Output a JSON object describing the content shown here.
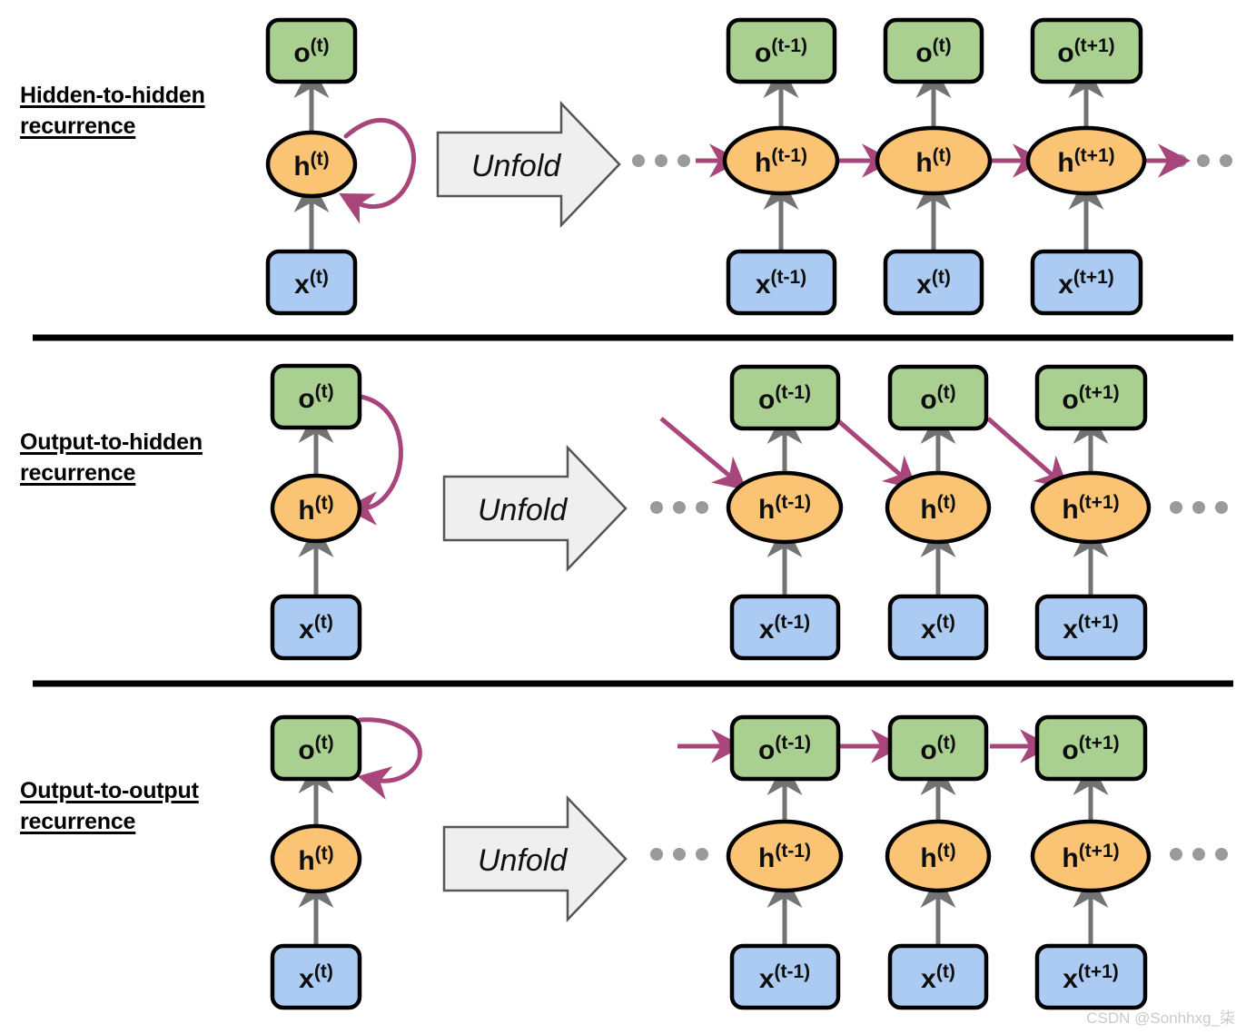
{
  "figure": {
    "title": "Recurrent neural network recurrence patterns",
    "watermark": "CSDN @Sonhhxg_柒",
    "unfold_label": "Unfold",
    "ellipsis": "•••"
  },
  "colors": {
    "output_fill": "#a9cf91",
    "hidden_fill": "#fac474",
    "input_fill": "#abcbf2",
    "node_stroke": "#000000",
    "gray_arrow": "#737373",
    "recurrent_arrow": "#a8457a",
    "unfold_fill": "#efefef",
    "unfold_stroke": "#555555",
    "divider": "#000000",
    "ellipsis_dot": "#9a9a9a",
    "watermark": "#c9c9c9"
  },
  "rows": [
    {
      "id": "hidden-to-hidden",
      "label_line1": "Hidden-to-hidden",
      "label_line2": "recurrence",
      "recurrence_kind": "self-loop-on-hidden",
      "folded": {
        "output": {
          "base": "o",
          "sup": "(t)"
        },
        "hidden": {
          "base": "h",
          "sup": "(t)"
        },
        "input": {
          "base": "x",
          "sup": "(t)"
        }
      },
      "unfolded": [
        {
          "output": {
            "base": "o",
            "sup": "(t-1)"
          },
          "hidden": {
            "base": "h",
            "sup": "(t-1)"
          },
          "input": {
            "base": "x",
            "sup": "(t-1)"
          }
        },
        {
          "output": {
            "base": "o",
            "sup": "(t)"
          },
          "hidden": {
            "base": "h",
            "sup": "(t)"
          },
          "input": {
            "base": "x",
            "sup": "(t)"
          }
        },
        {
          "output": {
            "base": "o",
            "sup": "(t+1)"
          },
          "hidden": {
            "base": "h",
            "sup": "(t+1)"
          },
          "input": {
            "base": "x",
            "sup": "(t+1)"
          }
        }
      ]
    },
    {
      "id": "output-to-hidden",
      "label_line1": "Output-to-hidden",
      "label_line2": "recurrence",
      "recurrence_kind": "output-feeds-next-hidden",
      "folded": {
        "output": {
          "base": "o",
          "sup": "(t)"
        },
        "hidden": {
          "base": "h",
          "sup": "(t)"
        },
        "input": {
          "base": "x",
          "sup": "(t)"
        }
      },
      "unfolded": [
        {
          "output": {
            "base": "o",
            "sup": "(t-1)"
          },
          "hidden": {
            "base": "h",
            "sup": "(t-1)"
          },
          "input": {
            "base": "x",
            "sup": "(t-1)"
          }
        },
        {
          "output": {
            "base": "o",
            "sup": "(t)"
          },
          "hidden": {
            "base": "h",
            "sup": "(t)"
          },
          "input": {
            "base": "x",
            "sup": "(t)"
          }
        },
        {
          "output": {
            "base": "o",
            "sup": "(t+1)"
          },
          "hidden": {
            "base": "h",
            "sup": "(t+1)"
          },
          "input": {
            "base": "x",
            "sup": "(t+1)"
          }
        }
      ]
    },
    {
      "id": "output-to-output",
      "label_line1": "Output-to-output",
      "label_line2": "recurrence",
      "recurrence_kind": "output-feeds-next-output",
      "folded": {
        "output": {
          "base": "o",
          "sup": "(t)"
        },
        "hidden": {
          "base": "h",
          "sup": "(t)"
        },
        "input": {
          "base": "x",
          "sup": "(t)"
        }
      },
      "unfolded": [
        {
          "output": {
            "base": "o",
            "sup": "(t-1)"
          },
          "hidden": {
            "base": "h",
            "sup": "(t-1)"
          },
          "input": {
            "base": "x",
            "sup": "(t-1)"
          }
        },
        {
          "output": {
            "base": "o",
            "sup": "(t)"
          },
          "hidden": {
            "base": "h",
            "sup": "(t)"
          },
          "input": {
            "base": "x",
            "sup": "(t)"
          }
        },
        {
          "output": {
            "base": "o",
            "sup": "(t+1)"
          },
          "hidden": {
            "base": "h",
            "sup": "(t+1)"
          },
          "input": {
            "base": "x",
            "sup": "(t+1)"
          }
        }
      ]
    }
  ]
}
